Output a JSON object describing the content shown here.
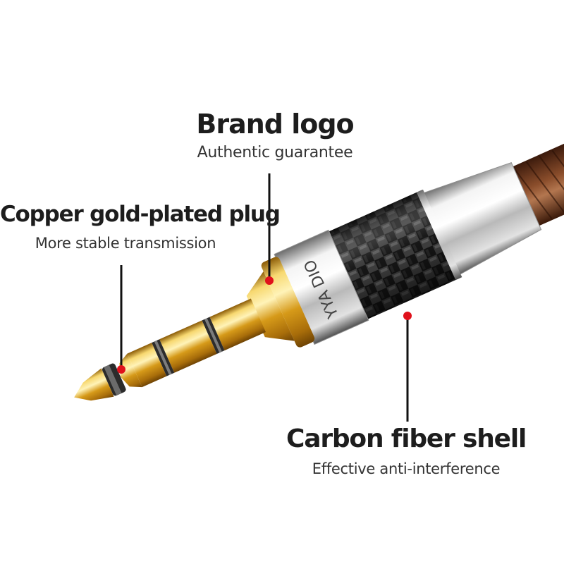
{
  "callouts": {
    "brand_logo": {
      "title": "Brand logo",
      "subtitle": "Authentic guarantee"
    },
    "plug": {
      "title": "Copper gold-plated plug",
      "subtitle": "More stable transmission"
    },
    "shell": {
      "title": "Carbon fiber shell",
      "subtitle": "Effective anti-interference"
    }
  },
  "product": {
    "logo_text": "YYA DIO"
  },
  "colors": {
    "marker_dot": "#e0111b",
    "leader_line": "#111111",
    "gold": "#d9a21b",
    "chrome": "#e8e8e8",
    "carbon_dark": "#1a1a1a",
    "cable_copper": "#6b3a22"
  }
}
